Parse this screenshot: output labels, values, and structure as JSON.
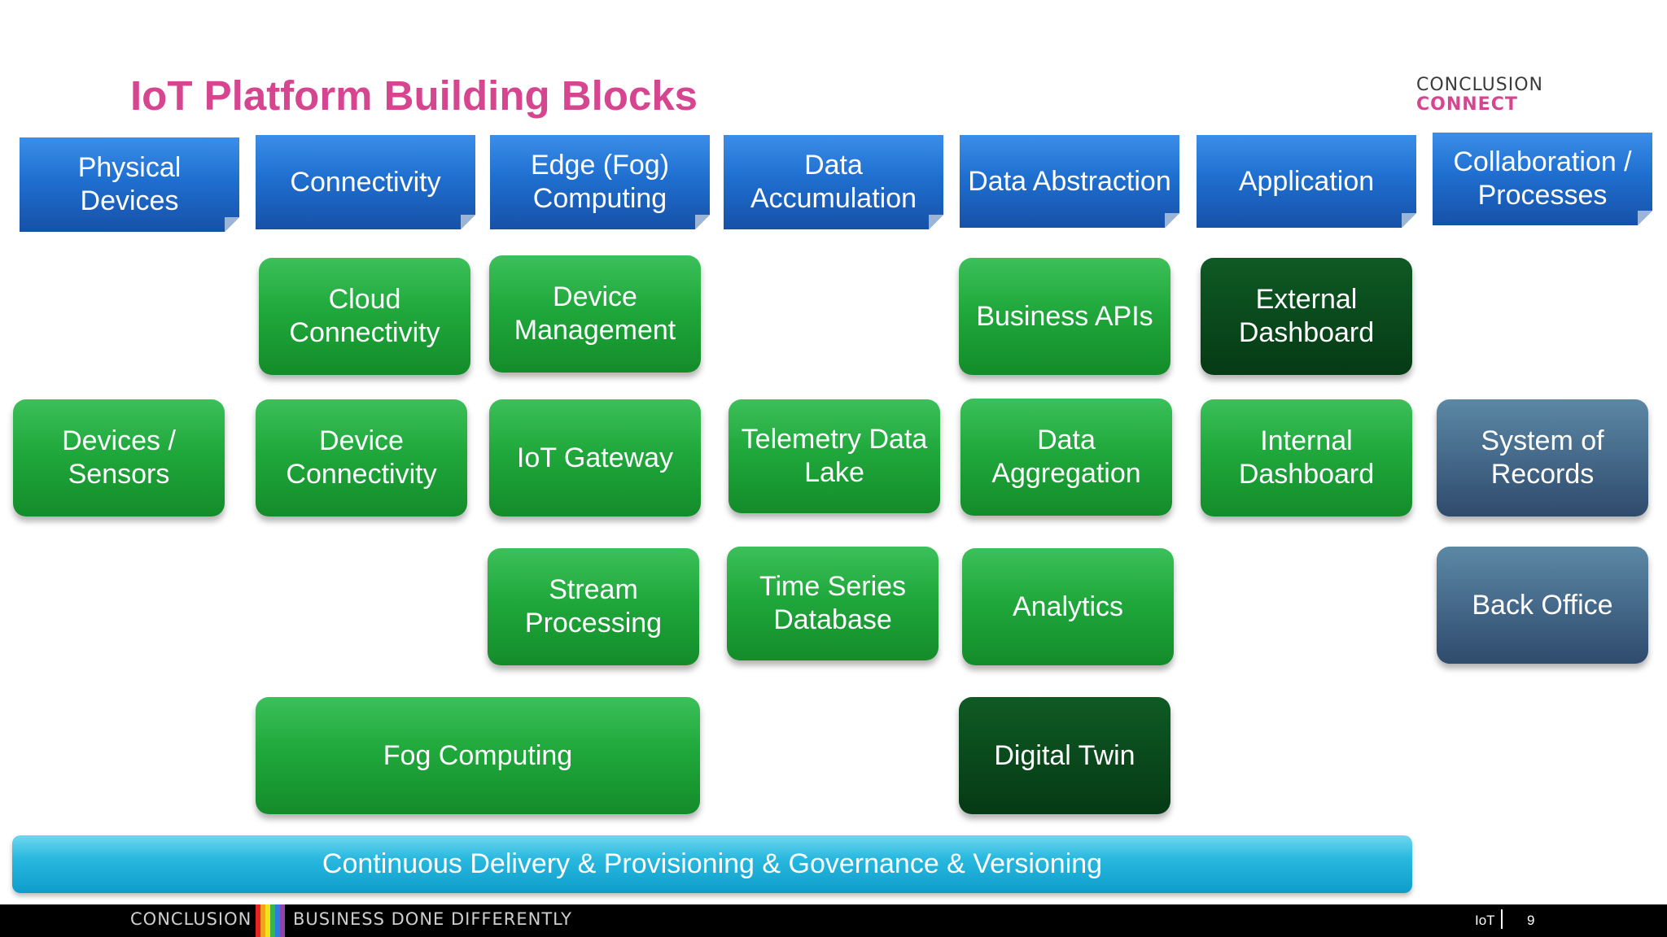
{
  "title": "IoT Platform Building Blocks",
  "logo": {
    "line1": "CONCLUSION",
    "line2": "CONNECT"
  },
  "columns": [
    "Physical Devices",
    "Connectivity",
    "Edge (Fog) Computing",
    "Data Accumulation",
    "Data Abstraction",
    "Application",
    "Collaboration / Processes"
  ],
  "blocks": {
    "cloud_connectivity": "Cloud Connectivity",
    "device_management": "Device Management",
    "business_apis": "Business APIs",
    "external_dashboard": "External Dashboard",
    "devices_sensors": "Devices / Sensors",
    "device_connectivity": "Device Connectivity",
    "iot_gateway": "IoT Gateway",
    "telemetry_data_lake": "Telemetry Data Lake",
    "data_aggregation": "Data Aggregation",
    "internal_dashboard": "Internal Dashboard",
    "system_of_records": "System of Records",
    "stream_processing": "Stream Processing",
    "time_series_database": "Time Series Database",
    "analytics": "Analytics",
    "back_office": "Back Office",
    "fog_computing": "Fog Computing",
    "digital_twin": "Digital Twin"
  },
  "bottom_bar": "Continuous Delivery & Provisioning & Governance & Versioning",
  "footer": {
    "brand": "CONCLUSION",
    "tagline": "BUSINESS DONE DIFFERENTLY",
    "topic": "IoT",
    "page": "9",
    "stripe_colors": [
      "#e52424",
      "#f4a11d",
      "#f3e21b",
      "#3bb54a",
      "#2a7de1",
      "#8e44ad"
    ]
  },
  "colors": {
    "title": "#d6458f",
    "header_blue": "#1f6fd0",
    "block_green": "#20a83c",
    "block_dark_green": "#0a4a1c",
    "block_slate": "#45698a",
    "bar_cyan": "#29b8df"
  }
}
